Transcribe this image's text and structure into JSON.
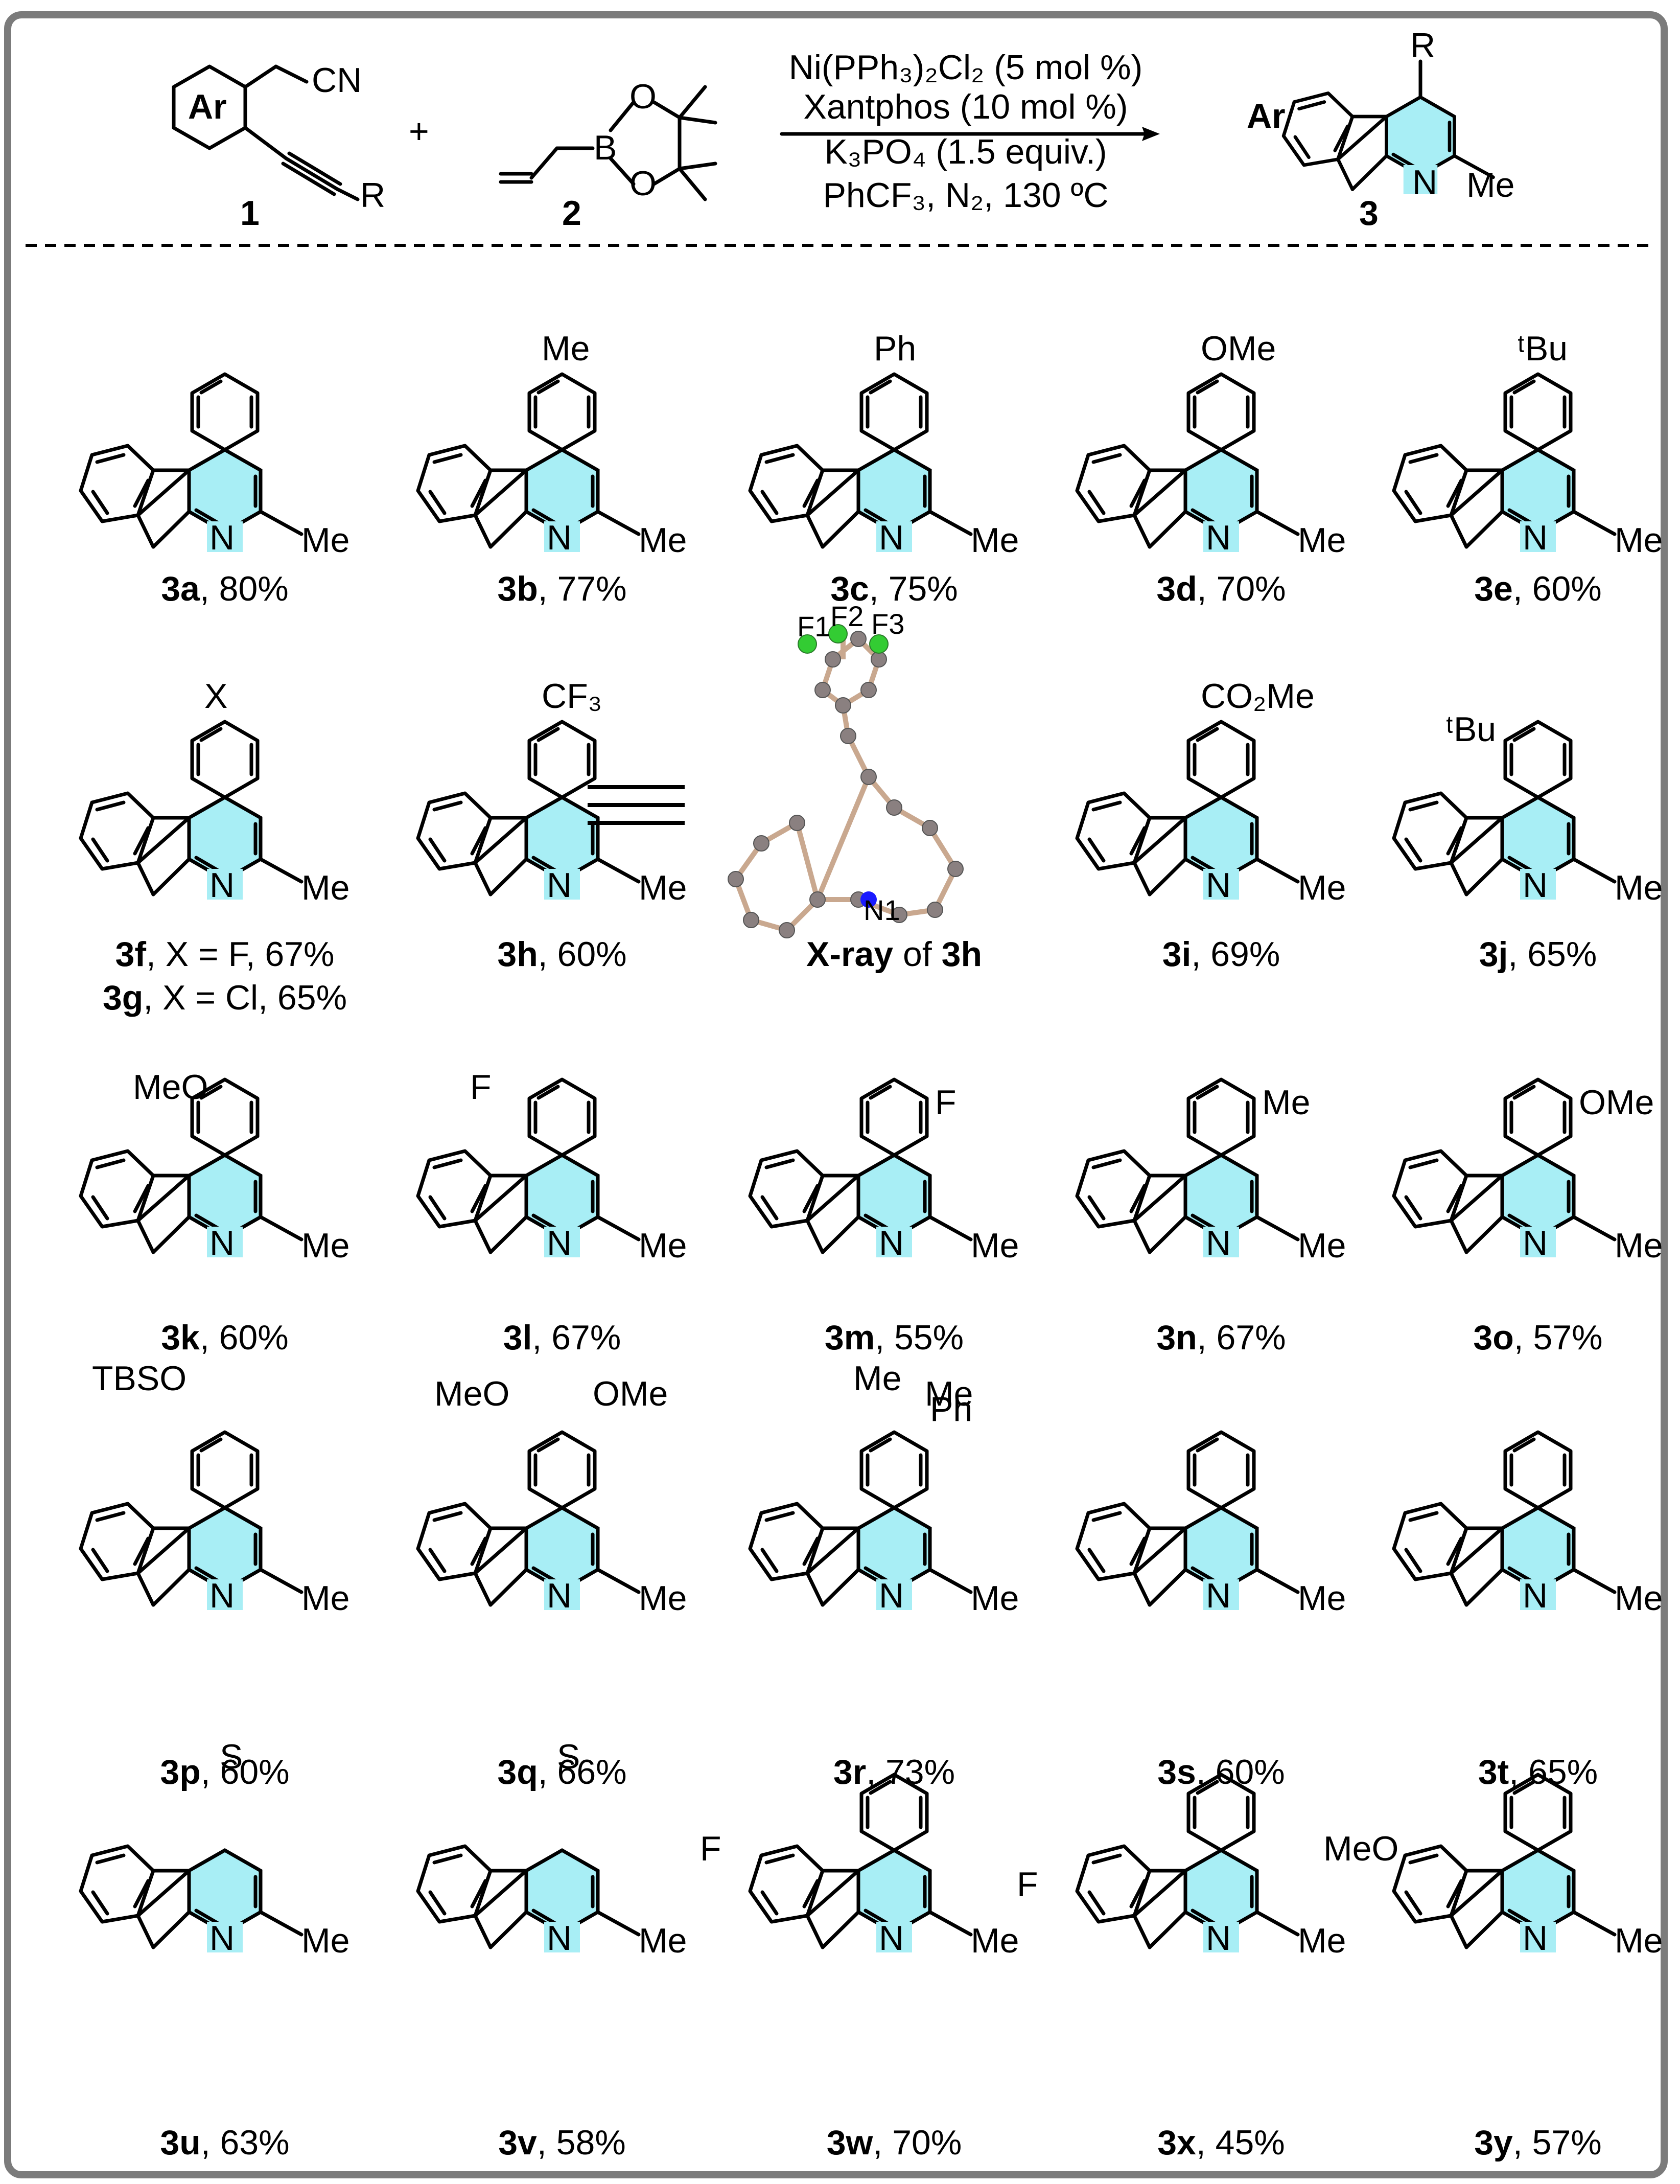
{
  "header": {
    "reactant1": {
      "ar": "Ar",
      "cn": "CN",
      "r": "R",
      "number": "1"
    },
    "plus": "+",
    "reactant2": {
      "b": "B",
      "o1": "O",
      "o2": "O",
      "number": "2"
    },
    "conditions": [
      "Ni(PPh₃)₂Cl₂ (5 mol %)",
      "Xantphos (10 mol %)",
      "K₃PO₄ (1.5 equiv.)",
      "PhCF₃, N₂, 130 ºC"
    ],
    "product": {
      "ar": "Ar",
      "r": "R",
      "n": "N",
      "me": "Me",
      "number": "3"
    }
  },
  "compounds": [
    {
      "sub": "",
      "cap_b": "3a",
      "cap_t": ", 80%"
    },
    {
      "sub": "Me",
      "cap_b": "3b",
      "cap_t": ", 77%"
    },
    {
      "sub": "Ph",
      "cap_b": "3c",
      "cap_t": ", 75%"
    },
    {
      "sub": "OMe",
      "cap_b": "3d",
      "cap_t": ", 70%"
    },
    {
      "sub": "ᵗBu",
      "cap_b": "3e",
      "cap_t": ", 60%"
    },
    {
      "sub": "X",
      "cap_b": "3f",
      "cap_t": ", X = F, 67%",
      "cap2_b": "3g",
      "cap2_t": ", X = Cl, 65%"
    },
    {
      "sub": "CF₃",
      "cap_b": "3h",
      "cap_t": ", 60%"
    },
    {
      "sub": "",
      "cap_b": "X-ray",
      "cap_t": " of ",
      "cap_b2": "3h"
    },
    {
      "sub": "CO₂Me",
      "cap_b": "3i",
      "cap_t": ", 69%"
    },
    {
      "sub": "ᵗBu",
      "cap_b": "3j",
      "cap_t": ", 65%"
    },
    {
      "sub": "MeO",
      "cap_b": "3k",
      "cap_t": ", 60%"
    },
    {
      "sub": "F",
      "cap_b": "3l",
      "cap_t": ", 67%"
    },
    {
      "sub": "F",
      "cap_b": "3m",
      "cap_t": ", 55%"
    },
    {
      "sub": "Me",
      "cap_b": "3n",
      "cap_t": ", 67%"
    },
    {
      "sub": "OMe",
      "cap_b": "3o",
      "cap_t": ", 57%"
    },
    {
      "sub": "TBSO",
      "cap_b": "3p",
      "cap_t": ", 60%"
    },
    {
      "sub": "MeO",
      "sub2": "OMe",
      "cap_b": "3q",
      "cap_t": ", 66%"
    },
    {
      "sub": "Me",
      "sub2": "Me",
      "sub3": "Ph",
      "cap_b": "3r",
      "cap_t": ", 73%"
    },
    {
      "sub": "",
      "cap_b": "3s",
      "cap_t": ", 60%"
    },
    {
      "sub": "",
      "cap_b": "3t",
      "cap_t": ", 65%"
    },
    {
      "sub": "S",
      "cap_b": "3u",
      "cap_t": ", 63%"
    },
    {
      "sub": "S",
      "cap_b": "3v",
      "cap_t": ", 58%"
    },
    {
      "sub": "F",
      "cap_b": "3w",
      "cap_t": ", 70%"
    },
    {
      "sub": "F",
      "cap_b": "3x",
      "cap_t": ", 45%"
    },
    {
      "sub": "MeO",
      "cap_b": "3y",
      "cap_t": ", 57%"
    }
  ],
  "core_labels": {
    "n": "N",
    "me": "Me"
  },
  "xray_atoms": {
    "f1": "F1",
    "f2": "F2",
    "f3": "F3",
    "n1": "N1"
  },
  "colors": {
    "pyridine_fill": "#a8eef5",
    "frame": "#7b7b7b",
    "fluorine": "#33cc33",
    "nitrogen": "#1a1aff",
    "carbon": "#8a8080"
  }
}
